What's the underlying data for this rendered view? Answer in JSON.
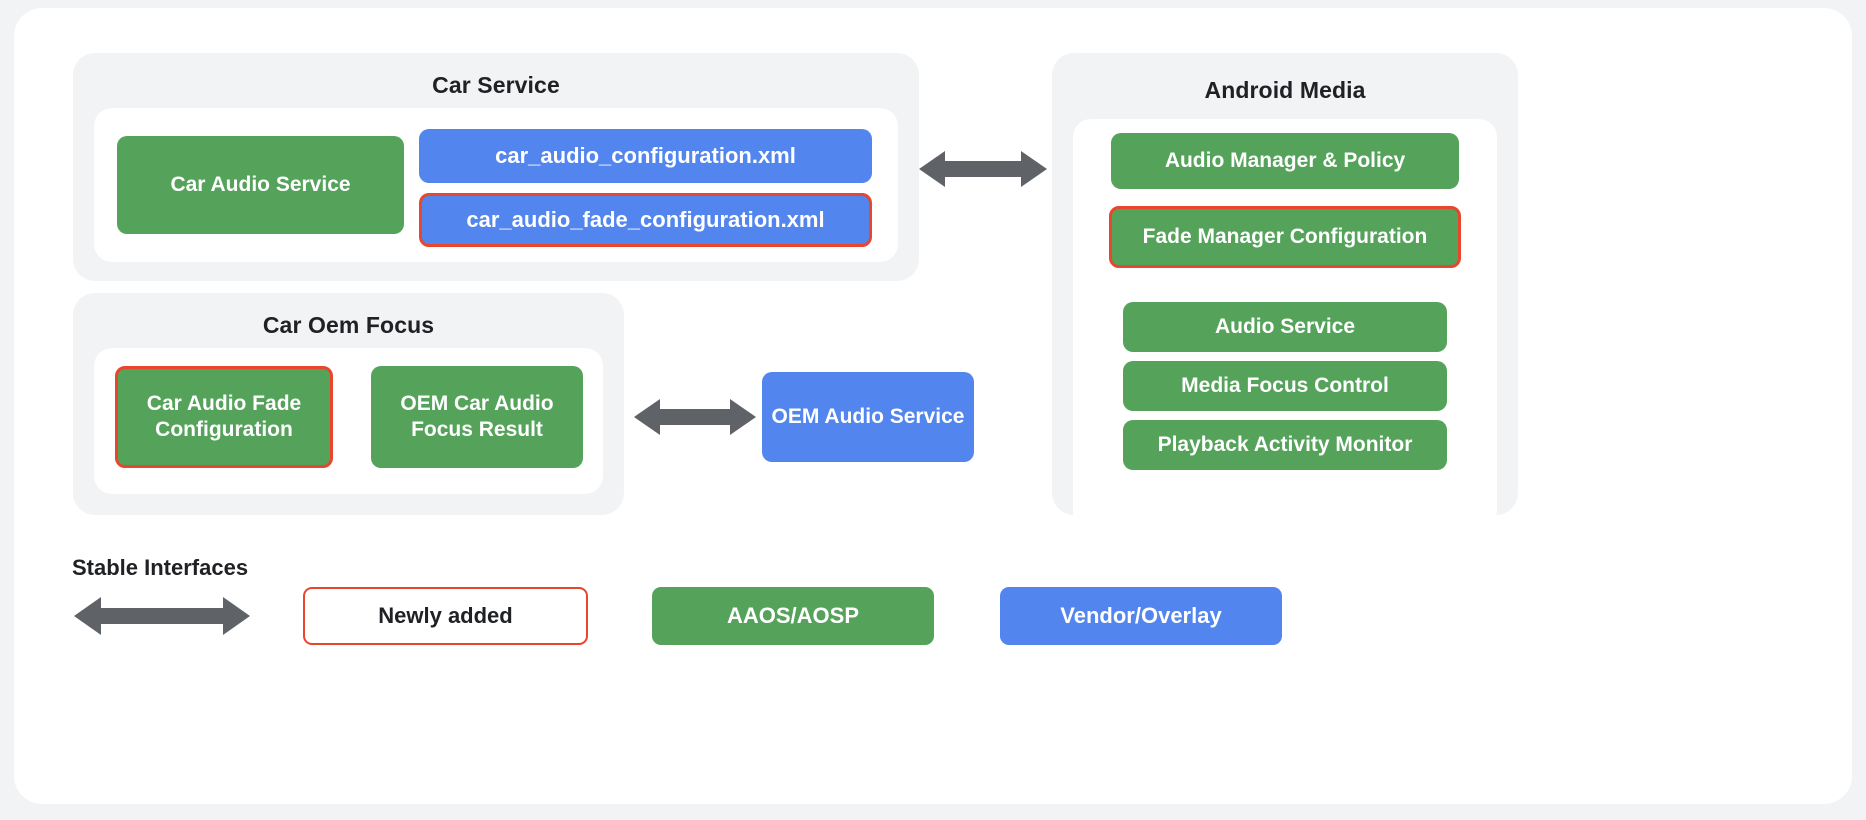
{
  "diagram": {
    "groups": [
      {
        "id": "car-service",
        "title": "Car Service",
        "nodes": [
          {
            "id": "car-audio-service",
            "label": "Car Audio Service",
            "color": "green",
            "highlighted": false
          },
          {
            "id": "car-audio-configuration-xml",
            "label": "car_audio_configuration.xml",
            "color": "blue",
            "highlighted": false
          },
          {
            "id": "car-audio-fade-configuration-xml",
            "label": "car_audio_fade_configuration.xml",
            "color": "blue",
            "highlighted": true
          }
        ]
      },
      {
        "id": "car-oem-focus",
        "title": "Car Oem Focus",
        "nodes": [
          {
            "id": "car-audio-fade-configuration",
            "label": "Car Audio Fade Configuration",
            "color": "green",
            "highlighted": true
          },
          {
            "id": "oem-car-audio-focus-result",
            "label": "OEM Car Audio Focus Result",
            "color": "green",
            "highlighted": false
          }
        ]
      },
      {
        "id": "android-media",
        "title": "Android Media",
        "nodes": [
          {
            "id": "audio-manager-policy",
            "label": "Audio Manager & Policy",
            "color": "green",
            "highlighted": false
          },
          {
            "id": "fade-manager-configuration",
            "label": "Fade Manager Configuration",
            "color": "green",
            "highlighted": true
          },
          {
            "id": "audio-service",
            "label": "Audio Service",
            "color": "green",
            "highlighted": false
          },
          {
            "id": "media-focus-control",
            "label": "Media Focus Control",
            "color": "green",
            "highlighted": false
          },
          {
            "id": "playback-activity-monitor",
            "label": "Playback Activity Monitor",
            "color": "green",
            "highlighted": false
          }
        ]
      }
    ],
    "standalone_nodes": [
      {
        "id": "oem-audio-service",
        "label": "OEM Audio Service",
        "color": "blue",
        "highlighted": false
      }
    ],
    "connectors": [
      {
        "id": "car-service-to-android-media",
        "type": "double-arrow"
      },
      {
        "id": "car-oem-focus-to-oem-audio-service",
        "type": "double-arrow"
      }
    ]
  },
  "legend": {
    "title": "Stable Interfaces",
    "arrow_name": "double-arrow-icon",
    "items": [
      {
        "id": "newly-added",
        "label": "Newly added",
        "style": "outline"
      },
      {
        "id": "aaos-aosp",
        "label": "AAOS/AOSP",
        "style": "green"
      },
      {
        "id": "vendor-overlay",
        "label": "Vendor/Overlay",
        "style": "blue"
      }
    ]
  },
  "colors": {
    "green": "#55a35b",
    "blue": "#5285ed",
    "highlight": "#e8462d",
    "arrow": "#5f6368",
    "panel": "#f1f3f4",
    "text_dark": "#202124"
  }
}
